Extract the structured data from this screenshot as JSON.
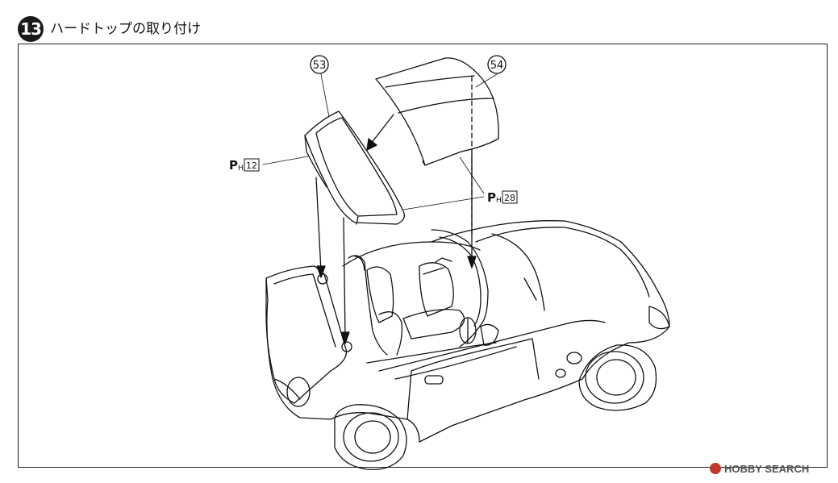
{
  "step": {
    "number": "13",
    "title": "ハードトップの取り付け"
  },
  "parts": {
    "part_a": "53",
    "part_b": "54",
    "paint_prefix": "P",
    "paint_sub": "H",
    "paint_a": "12",
    "paint_b": "28"
  },
  "watermark": {
    "text": "HOBBY SEARCH"
  },
  "colors": {
    "ink": "#111111",
    "background": "#ffffff",
    "watermark": "#555555"
  }
}
